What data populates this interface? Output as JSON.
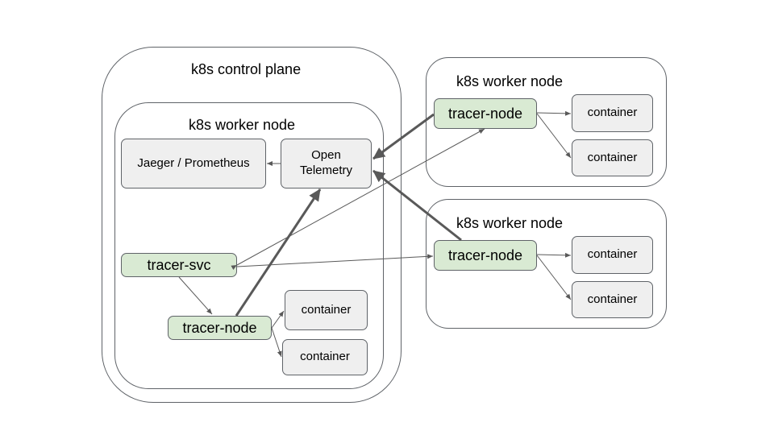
{
  "control_plane": {
    "label": "k8s control plane"
  },
  "inner_node": {
    "label": "k8s worker node"
  },
  "worker_top": {
    "label": "k8s worker node"
  },
  "worker_bottom": {
    "label": "k8s worker node"
  },
  "nodes": {
    "jaeger": "Jaeger / Prometheus",
    "otel": "Open\nTelemetry",
    "tracer_svc": "tracer-svc",
    "tracer_node_inner": "tracer-node",
    "container_inner_1": "container",
    "container_inner_2": "container",
    "tracer_node_top": "tracer-node",
    "container_top_1": "container",
    "container_top_2": "container",
    "tracer_node_bottom": "tracer-node",
    "container_bottom_1": "container",
    "container_bottom_2": "container"
  },
  "colors": {
    "border": "#5f6368",
    "grey_fill": "#efefef",
    "green_fill": "#d9ead3",
    "edge": "#595959"
  }
}
